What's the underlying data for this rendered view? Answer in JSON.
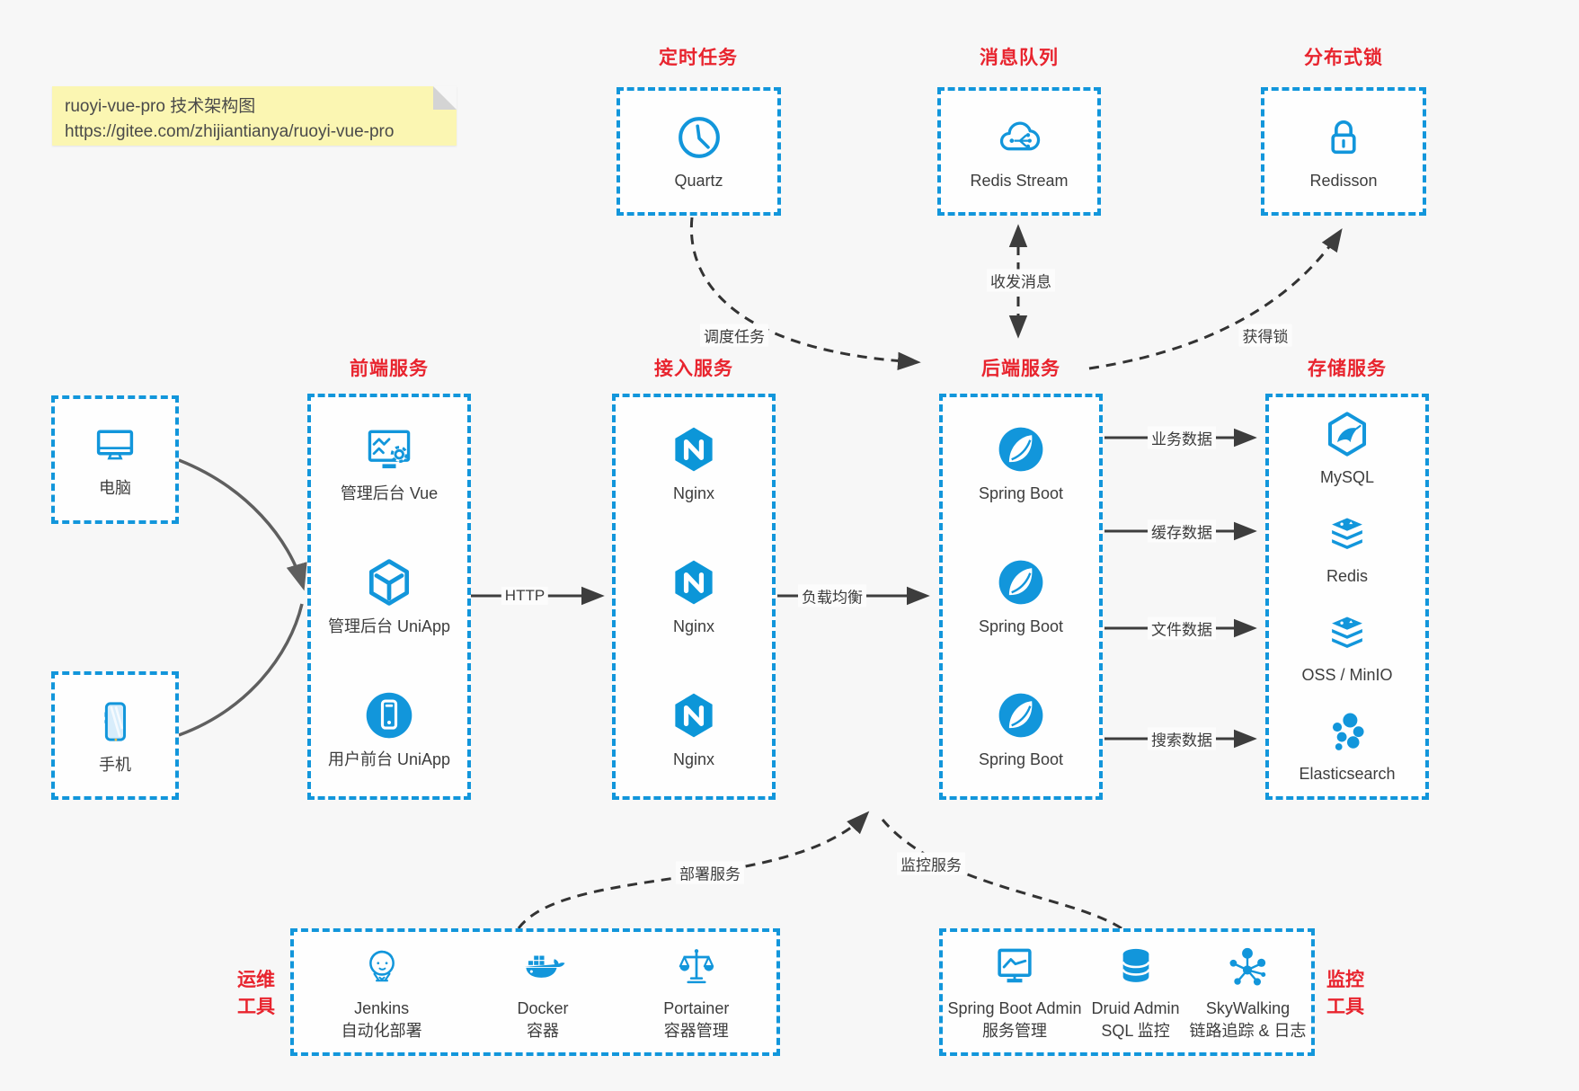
{
  "colors": {
    "accent": "#1296db",
    "title_red": "#e8242e",
    "note_bg": "#fbf6b2",
    "canvas_bg": "#f7f7f7"
  },
  "note": {
    "line1": "ruoyi-vue-pro 技术架构图",
    "line2": "https://gitee.com/zhijiantianya/ruoyi-vue-pro"
  },
  "groups": {
    "scheduled": {
      "title": "定时任务",
      "item": {
        "label": "Quartz",
        "icon": "clock-icon"
      }
    },
    "mq": {
      "title": "消息队列",
      "item": {
        "label": "Redis Stream",
        "icon": "cloud-stream-icon"
      }
    },
    "lock": {
      "title": "分布式锁",
      "item": {
        "label": "Redisson",
        "icon": "padlock-icon"
      }
    },
    "clients": {
      "items": [
        {
          "label": "电脑",
          "icon": "desktop-icon"
        },
        {
          "label": "手机",
          "icon": "smartphone-icon"
        }
      ]
    },
    "frontend": {
      "title": "前端服务",
      "items": [
        {
          "label": "管理后台 Vue",
          "icon": "admin-ui-icon"
        },
        {
          "label": "管理后台 UniApp",
          "icon": "cube-icon"
        },
        {
          "label": "用户前台 UniApp",
          "icon": "mobile-app-icon"
        }
      ]
    },
    "gateway": {
      "title": "接入服务",
      "items": [
        {
          "label": "Nginx",
          "icon": "nginx-icon"
        },
        {
          "label": "Nginx",
          "icon": "nginx-icon"
        },
        {
          "label": "Nginx",
          "icon": "nginx-icon"
        }
      ]
    },
    "backend": {
      "title": "后端服务",
      "items": [
        {
          "label": "Spring Boot",
          "icon": "spring-icon"
        },
        {
          "label": "Spring Boot",
          "icon": "spring-icon"
        },
        {
          "label": "Spring Boot",
          "icon": "spring-icon"
        }
      ]
    },
    "storage": {
      "title": "存储服务",
      "items": [
        {
          "label": "MySQL",
          "icon": "mysql-icon"
        },
        {
          "label": "Redis",
          "icon": "redis-stack-icon"
        },
        {
          "label": "OSS / MinIO",
          "icon": "oss-stack-icon"
        },
        {
          "label": "Elasticsearch",
          "icon": "elasticsearch-icon"
        }
      ]
    },
    "ops": {
      "title1": "运维",
      "title2": "工具",
      "items": [
        {
          "label": "Jenkins",
          "sub": "自动化部署",
          "icon": "jenkins-icon"
        },
        {
          "label": "Docker",
          "sub": "容器",
          "icon": "docker-icon"
        },
        {
          "label": "Portainer",
          "sub": "容器管理",
          "icon": "portainer-icon"
        }
      ]
    },
    "monitor": {
      "title1": "监控",
      "title2": "工具",
      "items": [
        {
          "label": "Spring Boot Admin",
          "sub": "服务管理",
          "icon": "spring-boot-admin-icon"
        },
        {
          "label": "Druid Admin",
          "sub": "SQL 监控",
          "icon": "druid-icon"
        },
        {
          "label": "SkyWalking",
          "sub": "链路追踪 & 日志",
          "icon": "skywalking-icon"
        }
      ]
    }
  },
  "edges": {
    "http": "HTTP",
    "load_balance": "负载均衡",
    "schedule": "调度任务",
    "message": "收发消息",
    "lock": "获得锁",
    "business": "业务数据",
    "cache": "缓存数据",
    "file": "文件数据",
    "search": "搜索数据",
    "deploy": "部署服务",
    "monitor": "监控服务"
  }
}
